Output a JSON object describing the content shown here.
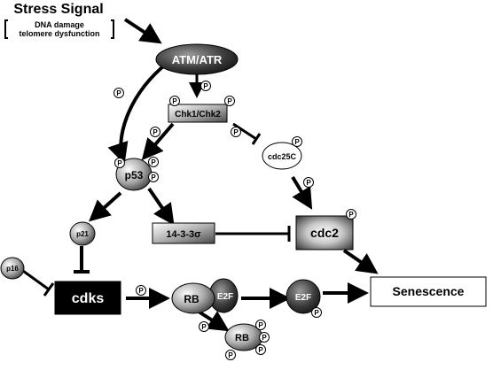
{
  "header": {
    "title": "Stress Signal",
    "sub_line1": "DNA damage",
    "sub_line2": "telomere dysfunction"
  },
  "nodes": {
    "atm": "ATM/ATR",
    "chk": "Chk1/Chk2",
    "p53": "p53",
    "cdc25c": "cdc25C",
    "p21": "p21",
    "f1433": "14-3-3σ",
    "cdc2": "cdc2",
    "p16": "p16",
    "cdks": "cdks",
    "rb": "RB",
    "e2f": "E2F",
    "e2f_free": "E2F",
    "rb_p": "RB",
    "senescence": "Senescence"
  },
  "phospho_label": "P"
}
